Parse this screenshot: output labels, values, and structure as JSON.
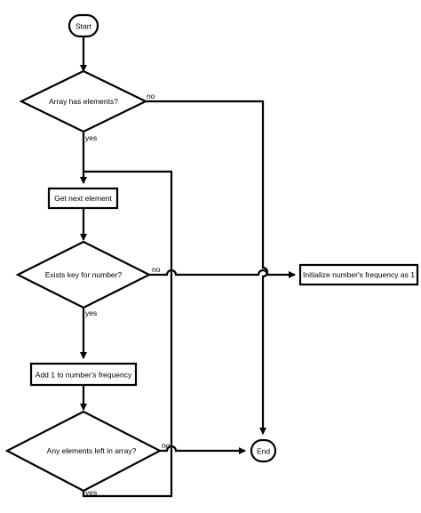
{
  "nodes": {
    "start": "Start",
    "array_has_elements": "Array has elements?",
    "get_next_element": "Get next element",
    "exists_key": "Exists key for number?",
    "initialize_frequency": "Initialize number's frequency as 1",
    "add_one": "Add 1 to number's frequency",
    "any_left": "Any elements left in array?",
    "end": "End"
  },
  "edge_labels": {
    "array_no": "no",
    "array_yes": "yes",
    "exists_no": "no",
    "exists_yes": "yes",
    "any_left_no": "no",
    "any_left_yes": "yes"
  }
}
